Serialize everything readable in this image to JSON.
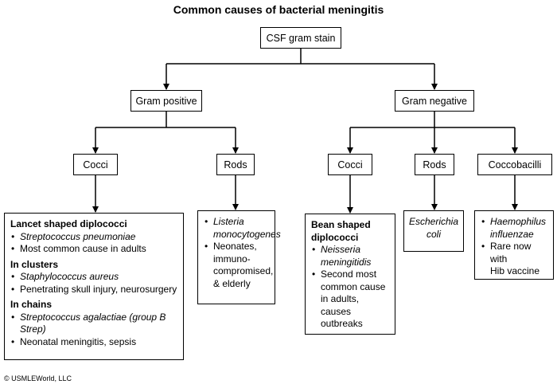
{
  "title": "Common causes of bacterial meningitis",
  "root": "CSF gram stain",
  "gram_positive": {
    "label": "Gram positive",
    "cocci": {
      "label": "Cocci",
      "groups": [
        {
          "heading": "Lancet shaped diplococci",
          "organism": "Streptococcus pneumoniae",
          "note": "Most common cause in adults"
        },
        {
          "heading": "In clusters",
          "organism": "Staphylococcus aureus",
          "note": "Penetrating skull injury, neurosurgery"
        },
        {
          "heading": "In chains",
          "organism": "Streptococcus agalactiae (group B Strep)",
          "note": "Neonatal meningitis, sepsis"
        }
      ]
    },
    "rods": {
      "label": "Rods",
      "organism_line1": "Listeria",
      "organism_line2": "monocytogenes",
      "note_line1": "Neonates,",
      "note_line2": "immuno-",
      "note_line3": "compromised,",
      "note_line4": "& elderly"
    }
  },
  "gram_negative": {
    "label": "Gram negative",
    "cocci": {
      "label": "Cocci",
      "heading_line1": "Bean shaped",
      "heading_line2": "diplococci",
      "organism_line1": "Neisseria",
      "organism_line2": "meningitidis",
      "note_line1": "Second most",
      "note_line2": "common cause",
      "note_line3": "in adults, causes",
      "note_line4": "outbreaks"
    },
    "rods": {
      "label": "Rods",
      "organism_line1": "Escherichia",
      "organism_line2": "coli"
    },
    "coccobacilli": {
      "label": "Coccobacilli",
      "organism_line1": "Haemophilus",
      "organism_line2": "influenzae",
      "note_line1": "Rare now with",
      "note_line2": "Hib vaccine"
    }
  },
  "credit": "© USMLEWorld, LLC"
}
